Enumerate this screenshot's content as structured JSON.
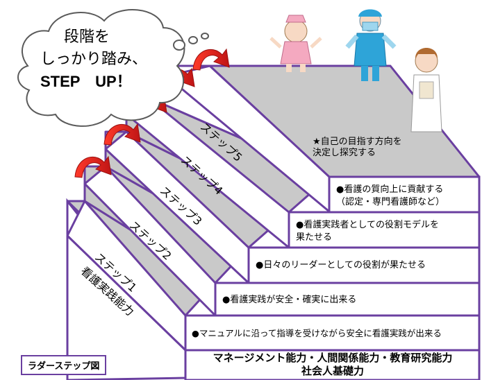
{
  "cloud": {
    "line1": "段階を",
    "line2": "しっかり踏み、",
    "line3": "STEP　UP！"
  },
  "steps": [
    {
      "label": "ステップ1",
      "description": "●マニュアルに沿って指導を受けながら安全に看護実践が出来る"
    },
    {
      "label": "ステップ2",
      "description": "●看護実践が安全・確実に出来る"
    },
    {
      "label": "ステップ3",
      "description": "●日々のリーダーとしての役割が果たせる"
    },
    {
      "label": "ステップ4",
      "description_line1": "●看護実践者としての役割モデルを",
      "description_line2": "果たせる"
    },
    {
      "label": "ステップ5",
      "description_line1": "●看護の質向上に貢献する",
      "description_line2": "（認定・専門看護師など）"
    }
  ],
  "top": {
    "line1": "★自己の目指す方向を",
    "line2": "決定し探究する"
  },
  "side_label": "看護実践能力",
  "base": {
    "line1": "マネージメント能力・人間関係能力・教育研究能力",
    "line2": "社会人基礎力"
  },
  "caption": "ラダーステップ図",
  "colors": {
    "outline": "#6a3fa0",
    "tread": "#c8c8c8",
    "arrow": "#d81e1e"
  }
}
